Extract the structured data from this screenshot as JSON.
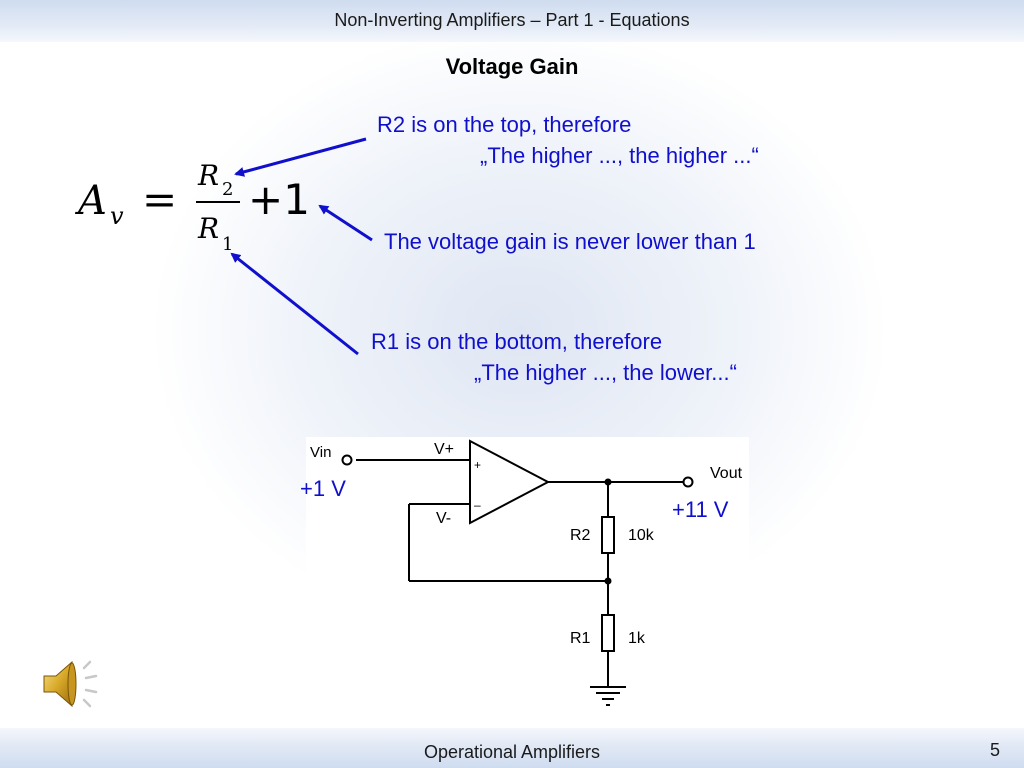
{
  "header": {
    "title": "Non-Inverting Amplifiers – Part 1 - Equations"
  },
  "slide": {
    "title": "Voltage Gain"
  },
  "formula": {
    "lhs_symbol": "A",
    "lhs_subscript": "v",
    "equals": "=",
    "numerator_symbol": "R",
    "numerator_subscript": "2",
    "denominator_symbol": "R",
    "denominator_subscript": "1",
    "plus_term": "+1"
  },
  "notes": {
    "r2_line1": "R2 is on the top, therefore",
    "r2_line2": "„The higher ..., the higher ...“",
    "gain_note": "The voltage gain is never lower than 1",
    "r1_line1": "R1 is on the bottom, therefore",
    "r1_line2": "„The higher ..., the lower...“"
  },
  "circuit": {
    "vin_label": "Vin",
    "vplus_label": "V+",
    "vminus_label": "V-",
    "plus_sign": "+",
    "minus_sign": "–",
    "vout_label": "Vout",
    "r2_label": "R2",
    "r2_value": "10k",
    "r1_label": "R1",
    "r1_value": "1k"
  },
  "annotations": {
    "input_voltage": "+1 V",
    "output_voltage": "+11 V"
  },
  "footer": {
    "title": "Operational Amplifiers",
    "page_number": "5"
  },
  "colors": {
    "accent": "#1010cc",
    "header_bar": "#cfdcf0"
  },
  "icons": {
    "speaker": "speaker-icon"
  }
}
